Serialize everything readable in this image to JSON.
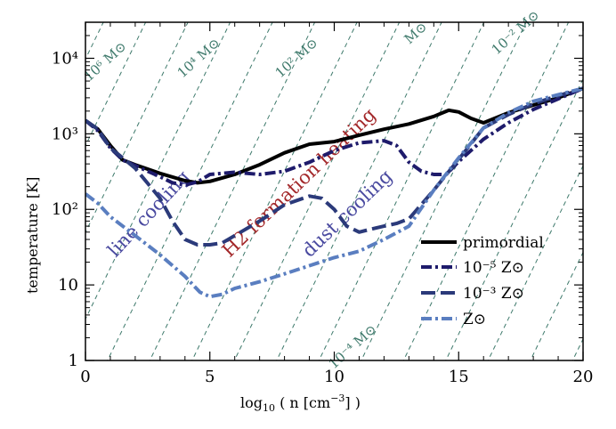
{
  "chart_data": {
    "type": "line",
    "xlabel": "log10 ( n [cm-3] )",
    "ylabel": "temperature [K]",
    "xlim": [
      0,
      20
    ],
    "ylim": [
      1,
      30000
    ],
    "yscale": "log",
    "x_ticks": [
      "0",
      "5",
      "10",
      "15",
      "20"
    ],
    "y_ticks": [
      "1",
      "10",
      "10²",
      "10³",
      "10⁴"
    ],
    "legend_position": "bottom-right",
    "series": [
      {
        "name": "primordial",
        "color": "#000000",
        "dash": "solid",
        "points": [
          [
            0,
            1500
          ],
          [
            0.5,
            1150
          ],
          [
            1,
            700
          ],
          [
            1.5,
            450
          ],
          [
            2,
            390
          ],
          [
            3,
            300
          ],
          [
            4,
            240
          ],
          [
            4.5,
            225
          ],
          [
            5,
            235
          ],
          [
            6,
            290
          ],
          [
            7,
            390
          ],
          [
            8,
            560
          ],
          [
            9,
            730
          ],
          [
            10,
            790
          ],
          [
            11,
            960
          ],
          [
            12,
            1150
          ],
          [
            13,
            1350
          ],
          [
            14,
            1700
          ],
          [
            14.6,
            2050
          ],
          [
            15,
            1950
          ],
          [
            15.5,
            1600
          ],
          [
            16,
            1400
          ],
          [
            17,
            1900
          ],
          [
            18,
            2400
          ],
          [
            19,
            3000
          ],
          [
            20,
            4000
          ]
        ]
      },
      {
        "name": "10⁻⁵ Z⊙",
        "color": "#1e1b6b",
        "dash": "dashdot",
        "points": [
          [
            0,
            1500
          ],
          [
            0.5,
            1100
          ],
          [
            1,
            650
          ],
          [
            1.5,
            450
          ],
          [
            2,
            380
          ],
          [
            3,
            270
          ],
          [
            3.5,
            225
          ],
          [
            4,
            210
          ],
          [
            4.5,
            230
          ],
          [
            5,
            290
          ],
          [
            6,
            310
          ],
          [
            7,
            290
          ],
          [
            8,
            320
          ],
          [
            9,
            420
          ],
          [
            10,
            600
          ],
          [
            11,
            760
          ],
          [
            12,
            810
          ],
          [
            12.5,
            700
          ],
          [
            13,
            420
          ],
          [
            13.5,
            320
          ],
          [
            14,
            290
          ],
          [
            14.5,
            290
          ],
          [
            15,
            430
          ],
          [
            16,
            850
          ],
          [
            17,
            1400
          ],
          [
            18,
            2100
          ],
          [
            19,
            2900
          ],
          [
            20,
            4000
          ]
        ]
      },
      {
        "name": "10⁻³ Z⊙",
        "color": "#2b3a7a",
        "dash": "longdash",
        "points": [
          [
            0,
            1500
          ],
          [
            0.5,
            1150
          ],
          [
            1,
            650
          ],
          [
            1.5,
            480
          ],
          [
            2,
            350
          ],
          [
            3,
            140
          ],
          [
            3.5,
            70
          ],
          [
            4,
            40
          ],
          [
            4.5,
            34
          ],
          [
            5,
            34
          ],
          [
            5.5,
            36
          ],
          [
            6,
            45
          ],
          [
            7,
            70
          ],
          [
            8,
            115
          ],
          [
            9,
            150
          ],
          [
            9.5,
            140
          ],
          [
            10,
            100
          ],
          [
            10.5,
            60
          ],
          [
            11,
            50
          ],
          [
            11.5,
            55
          ],
          [
            12,
            60
          ],
          [
            12.5,
            65
          ],
          [
            13,
            75
          ],
          [
            14,
            180
          ],
          [
            15,
            460
          ],
          [
            16,
            1200
          ],
          [
            17,
            1800
          ],
          [
            18,
            2500
          ],
          [
            19,
            3200
          ],
          [
            20,
            4000
          ]
        ]
      },
      {
        "name": "Z⊙",
        "color": "#5a7ec0",
        "dash": "dashdot",
        "points": [
          [
            0,
            160
          ],
          [
            0.5,
            120
          ],
          [
            1,
            80
          ],
          [
            2,
            45
          ],
          [
            3,
            25
          ],
          [
            4,
            13
          ],
          [
            4.6,
            8
          ],
          [
            5,
            7
          ],
          [
            5.5,
            7.5
          ],
          [
            6,
            9
          ],
          [
            7,
            11
          ],
          [
            8,
            14
          ],
          [
            9,
            18
          ],
          [
            10,
            23
          ],
          [
            11,
            28
          ],
          [
            12,
            40
          ],
          [
            13,
            60
          ],
          [
            14,
            180
          ],
          [
            15,
            480
          ],
          [
            16,
            1200
          ],
          [
            17,
            1900
          ],
          [
            18,
            2700
          ],
          [
            19,
            3300
          ],
          [
            20,
            4000
          ]
        ]
      }
    ],
    "annotations": [
      {
        "text": "line cooling",
        "color": "#4a4aa0"
      },
      {
        "text": "H2 formation heating",
        "color": "#a3282a"
      },
      {
        "text": "dust cooling",
        "color": "#4a4aa0"
      }
    ],
    "jeans_mass_labels": [
      "10⁶ M⊙",
      "10⁴ M⊙",
      "10² M⊙",
      "M⊙",
      "10⁻² M⊙",
      "10⁻⁴ M⊙"
    ],
    "guide_line_color": "#3f7a6c"
  }
}
